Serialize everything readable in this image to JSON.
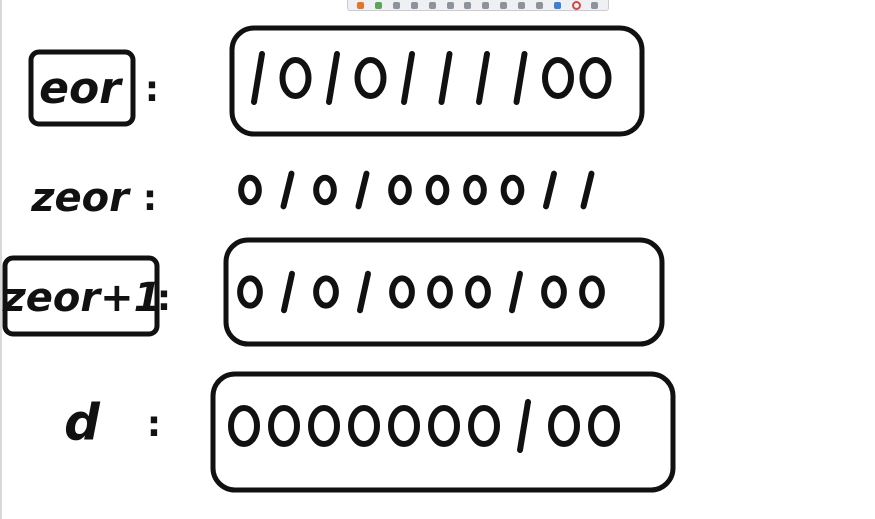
{
  "toolbar": {
    "icons": [
      "undo-icon",
      "redo-icon",
      "zoom-icon",
      "lasso-icon",
      "select-icon",
      "text-icon",
      "page-icon",
      "pen-icon",
      "shape-icon",
      "cut-icon",
      "eraser-icon",
      "highlighter-icon",
      "color-icon",
      "more-icon"
    ]
  },
  "rows": [
    {
      "label": "eor",
      "separator": ":",
      "digits": [
        "1",
        "0",
        "1",
        "0",
        "1",
        "1",
        "1",
        "1",
        "0",
        "0"
      ],
      "label_boxed": true,
      "value_boxed": true
    },
    {
      "label": "zeor",
      "separator": ":",
      "digits": [
        "0",
        "1",
        "0",
        "1",
        "0",
        "0",
        "0",
        "0",
        "1",
        "1"
      ],
      "label_boxed": false,
      "value_boxed": false
    },
    {
      "label": "zeor+1",
      "separator": ":",
      "digits": [
        "0",
        "1",
        "0",
        "1",
        "0",
        "0",
        "0",
        "1",
        "0",
        "0"
      ],
      "label_boxed": true,
      "value_boxed": true
    },
    {
      "label": "d",
      "separator": ":",
      "digits": [
        "0",
        "0",
        "0",
        "0",
        "0",
        "0",
        "0",
        "1",
        "0",
        "0"
      ],
      "label_boxed": false,
      "value_boxed": true
    }
  ],
  "ink_color": "#111111"
}
